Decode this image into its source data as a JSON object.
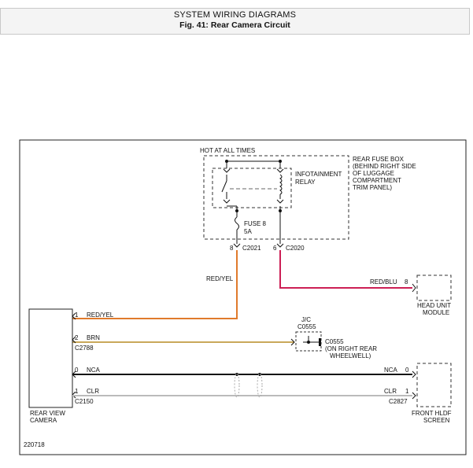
{
  "header": {
    "title": "SYSTEM WIRING DIAGRAMS",
    "subtitle": "Fig. 41: Rear Camera Circuit"
  },
  "diagram": {
    "hot_label": "HOT AT ALL TIMES",
    "fuse_box": [
      "REAR FUSE BOX",
      "(BEHIND RIGHT SIDE",
      "OF LUGGAGE",
      "COMPARTMENT",
      "TRIM PANEL)"
    ],
    "relay": [
      "INFOTAINMENT",
      "RELAY"
    ],
    "fuse": [
      "FUSE 8",
      "5A"
    ],
    "pin_8": "8",
    "c2021": "C2021",
    "pin_6": "6",
    "c2020": "C2020",
    "wire_red_yel": "RED/YEL",
    "wire_red_blu": "RED/BLU",
    "pin_head_unit": "8",
    "head_unit": [
      "HEAD UNIT",
      "MODULE"
    ],
    "jc": [
      "J/C",
      "C0555"
    ],
    "c0555": [
      "C0555",
      "(ON RIGHT REAR",
      "WHEELWELL)"
    ],
    "camera_pin1": "1",
    "camera_wire1": "RED/YEL",
    "camera_pin2": "2",
    "camera_wire2": "BRN",
    "c2788": "C2788",
    "camera_pin0": "0",
    "camera_wire0": "NCA",
    "camera_pin1b": "1",
    "camera_wire1b": "CLR",
    "c2150": "C2150",
    "camera": [
      "REAR VIEW",
      "CAMERA"
    ],
    "nca_right": "NCA",
    "nca_right_pin": "0",
    "clr_right": "CLR",
    "clr_right_pin": "1",
    "c2827": "C2827",
    "screen": [
      "FRONT HLDF",
      "SCREEN"
    ],
    "ref_number": "220718",
    "colors": {
      "red_yel": "#e07a2c",
      "red_blu": "#cc1f55",
      "brn": "#c9a85a",
      "nca": "#111111",
      "clr": "#bbbbbb"
    }
  }
}
